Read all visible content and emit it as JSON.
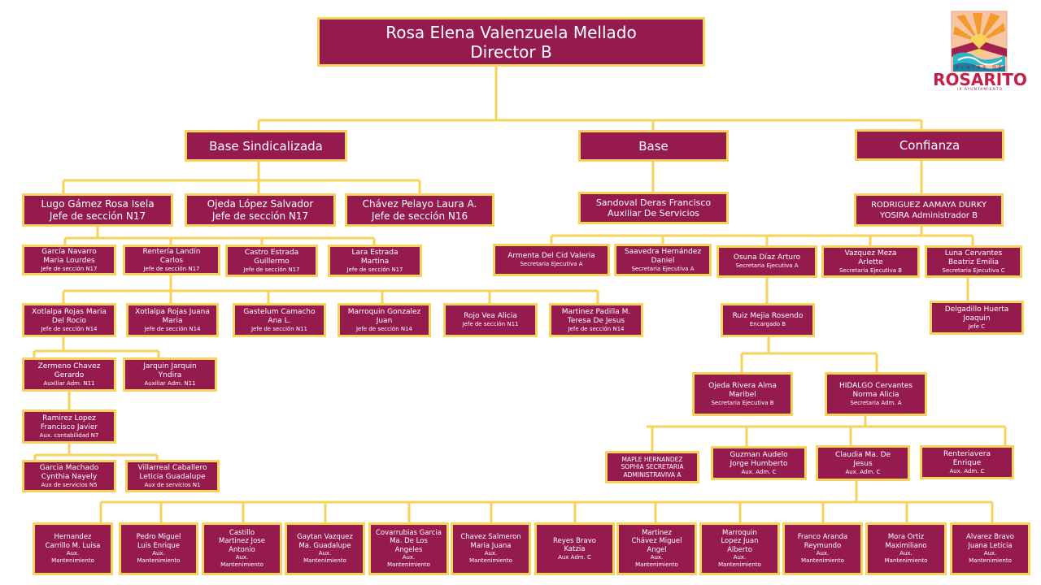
{
  "logo": {
    "top_text": "PLAYAS DE",
    "name": "ROSARITO",
    "bottom_text": "IX AYUNTAMIENTO"
  },
  "colors": {
    "box_fill": "#951b4f",
    "box_border": "#f6d35c",
    "connector": "#f6d35c"
  },
  "nodes": {
    "dir": {
      "name": "Rosa Elena Valenzuela Mellado\nDirector B",
      "role": ""
    },
    "base_sind": {
      "name": "Base Sindicalizada",
      "role": ""
    },
    "base": {
      "name": "Base",
      "role": ""
    },
    "confianza": {
      "name": "Confianza",
      "role": ""
    },
    "lugo": {
      "name": "Lugo Gámez Rosa Isela\nJefe de sección N17",
      "role": ""
    },
    "ojeda_s": {
      "name": "Ojeda López Salvador\nJefe de sección N17",
      "role": ""
    },
    "chavez_l": {
      "name": "Chávez Pelayo Laura A.\nJefe de sección N16",
      "role": ""
    },
    "sandoval": {
      "name": "Sandoval Deras Francisco\nAuxiliar De Servicios",
      "role": ""
    },
    "rodriguez": {
      "name": "RODRIGUEZ AAMAYA DURKY\nYOSIRA Administrador B",
      "role": ""
    },
    "garcia_n": {
      "name": "García Navarro\nMaria Lourdes",
      "role": "Jefe de sección N17"
    },
    "renteria_c": {
      "name": "Rentería Landín\nCarlos",
      "role": "Jefe de sección N17"
    },
    "castro": {
      "name": "Castro Estrada\nGuillermo",
      "role": "Jefe de sección N17"
    },
    "lara": {
      "name": "Lara Estrada\nMartina",
      "role": "Jefe de sección N17"
    },
    "armenta": {
      "name": "Armenta Del Cid Valeria",
      "role": "Secretaria Ejecutiva A"
    },
    "saavedra": {
      "name": "Saavedra Hernández\nDaniel",
      "role": "Secretaria Ejecutiva A"
    },
    "osuna": {
      "name": "Osuna Díaz Arturo",
      "role": "Secretaria Ejecutiva A"
    },
    "vazquez_m": {
      "name": "Vazquez Meza\nArlette",
      "role": "Secretaria Ejecutiva B"
    },
    "luna": {
      "name": "Luna Cervantes\nBeatriz Emilia",
      "role": "Secretaria Ejecutiva C"
    },
    "xotlalpa_r": {
      "name": "Xotlalpa Rojas Maria\nDel Rocio",
      "role": "Jefe de sección N14"
    },
    "xotlalpa_j": {
      "name": "Xotlalpa Rojas Juana\nMaria",
      "role": "Jefe de sección N14"
    },
    "gastelum": {
      "name": "Gastelum Camacho\nAna L.",
      "role": "Jefe de sección N11"
    },
    "marroquin_g": {
      "name": "Marroquin Gonzalez\nJuan",
      "role": "Jefe de sección N14"
    },
    "rojo": {
      "name": "Rojo Vea Alicia",
      "role": "Jefe de sección N11"
    },
    "martinez_p": {
      "name": "Martinez Padilla M.\nTeresa De Jesus",
      "role": "Jefe de sección N14"
    },
    "ruiz": {
      "name": "Ruiz Mejia Rosendo",
      "role": "Encargado B"
    },
    "delgadillo": {
      "name": "Delgadillo Huerta\nJoaquin",
      "role": "Jefe C"
    },
    "zermeno": {
      "name": "Zermeno Chavez\nGerardo",
      "role": "Auxiliar Adm. N11"
    },
    "jarquin": {
      "name": "Jarquin Jarquin\nYndira",
      "role": "Auxiliar Adm. N11"
    },
    "ojeda_a": {
      "name": "Ojeda Rivera Alma\nMaribel",
      "role": "Secretaria Ejecutiva B"
    },
    "hidalgo": {
      "name": "HIDALGO Cervantes\nNorma Alicia",
      "role": "Secretaria Adm. A"
    },
    "ramirez": {
      "name": "Ramirez Lopez\nFrancisco Javier",
      "role": "Aux. contabilidad N7"
    },
    "maple": {
      "name": "MAPLE HERNANDEZ\nSOPHIA SECRETARIA\nADMINISTRAVIVA A",
      "role": ""
    },
    "guzman": {
      "name": "Guzman Audelo\nJorge Humberto",
      "role": "Aux. Adm. C"
    },
    "claudia": {
      "name": "Claudia Ma. De\nJesus",
      "role": "Aux. Adm. C"
    },
    "renteria_e": {
      "name": "Renteriavera\nEnrique",
      "role": "Aux. Adm. C"
    },
    "garcia_m": {
      "name": "Garcia Machado\nCynthia Nayely",
      "role": "Aux de servicios N5"
    },
    "villarreal": {
      "name": "Villarreal Caballero\nLeticia Guadalupe",
      "role": "Aux de servicios N1"
    },
    "b1": {
      "name": "Hernandez\nCarrillo M. Luisa",
      "role": "Aux.\nMantenimiento"
    },
    "b2": {
      "name": "Pedro Miguel\nLuis Enrique",
      "role": "Aux.\nMantenimiento"
    },
    "b3": {
      "name": "Castillo\nMartinez Jose\nAntonio",
      "role": "Aux.\nMantenimiento"
    },
    "b4": {
      "name": "Gaytan Vazquez\nMa. Guadalupe",
      "role": "Aux.\nMantenimiento"
    },
    "b5": {
      "name": "Covarrubias Garcia\nMa. De Los\nAngeles",
      "role": "Aux.\nMantenimiento"
    },
    "b6": {
      "name": "Chavez Salmeron\nMaria Juana",
      "role": "Aux.\nMantenimiento"
    },
    "b7": {
      "name": "Reyes Bravo\nKatzia",
      "role": "Aux Adm. C"
    },
    "b8": {
      "name": "Martinez\nChávez Miguel\nAngel",
      "role": "Aux.\nMantenimiento"
    },
    "b9": {
      "name": "Marroquin\nLopez Juan\nAlberto",
      "role": "Aux.\nMantenimiento"
    },
    "b10": {
      "name": "Franco Aranda\nReymundo",
      "role": "Aux.\nMantenimiento"
    },
    "b11": {
      "name": "Mora Ortiz\nMaximiliano",
      "role": "Aux.\nMantenimiento"
    },
    "b12": {
      "name": "Alvarez Bravo\nJuana Leticia",
      "role": "Aux.\nMantenimiento"
    }
  }
}
